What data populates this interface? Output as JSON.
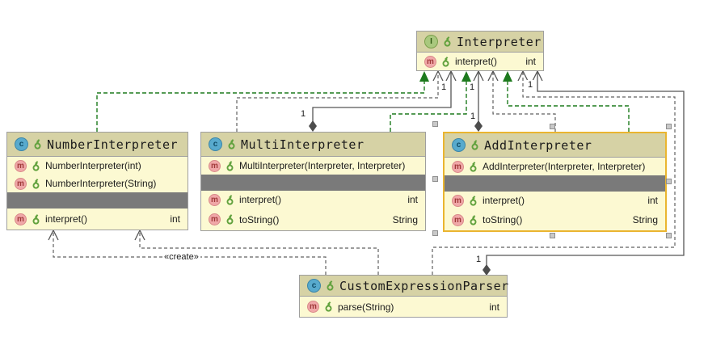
{
  "colors": {
    "header_fill": "#d6d2a5",
    "body_fill": "#fcf9d2",
    "selected_border": "#eab530",
    "realization_green": "#1d7a1d",
    "edge_gray": "#565656"
  },
  "icons": {
    "interface_glyph": "I",
    "class_glyph": "c",
    "method_glyph": "m"
  },
  "classes": {
    "interpreter": {
      "name": "Interpreter",
      "kind": "interface",
      "methods": [
        {
          "label": "interpret()",
          "type": "int"
        }
      ]
    },
    "number_interpreter": {
      "name": "NumberInterpreter",
      "kind": "class",
      "constructors": [
        {
          "label": "NumberInterpreter(int)"
        },
        {
          "label": "NumberInterpreter(String)"
        }
      ],
      "methods": [
        {
          "label": "interpret()",
          "type": "int"
        }
      ]
    },
    "multi_interpreter": {
      "name": "MultiInterpreter",
      "kind": "class",
      "constructors": [
        {
          "label": "MultiInterpreter(Interpreter, Interpreter)"
        }
      ],
      "methods": [
        {
          "label": "interpret()",
          "type": "int"
        },
        {
          "label": "toString()",
          "type": "String"
        }
      ]
    },
    "add_interpreter": {
      "name": "AddInterpreter",
      "kind": "class",
      "selected": true,
      "constructors": [
        {
          "label": "AddInterpreter(Interpreter, Interpreter)"
        }
      ],
      "methods": [
        {
          "label": "interpret()",
          "type": "int"
        },
        {
          "label": "toString()",
          "type": "String"
        }
      ]
    },
    "custom_expression_parser": {
      "name": "CustomExpressionParser",
      "kind": "class",
      "methods": [
        {
          "label": "parse(String)",
          "type": "int"
        }
      ]
    }
  },
  "edge_labels": {
    "create_stereotype": "«create»",
    "m1": "1",
    "m2": "1",
    "m3": "1",
    "m4": "1",
    "m5": "1",
    "m6": "1"
  }
}
